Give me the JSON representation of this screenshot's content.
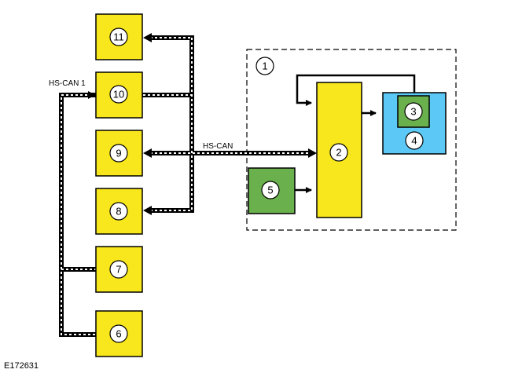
{
  "labels": {
    "hs_can_1_a": "HS-CAN",
    "hs_can_1_b": "1",
    "hs_can": "HS-CAN",
    "figure_ref": "E172631"
  },
  "modules": {
    "m1": "1",
    "m2": "2",
    "m3": "3",
    "m4": "4",
    "m5": "5",
    "m6": "6",
    "m7": "7",
    "m8": "8",
    "m9": "9",
    "m10": "10",
    "m11": "11"
  },
  "colors": {
    "module_yellow": "#f8e71c",
    "module_green": "#6ab04c",
    "module_blue": "#5bc8f5"
  }
}
